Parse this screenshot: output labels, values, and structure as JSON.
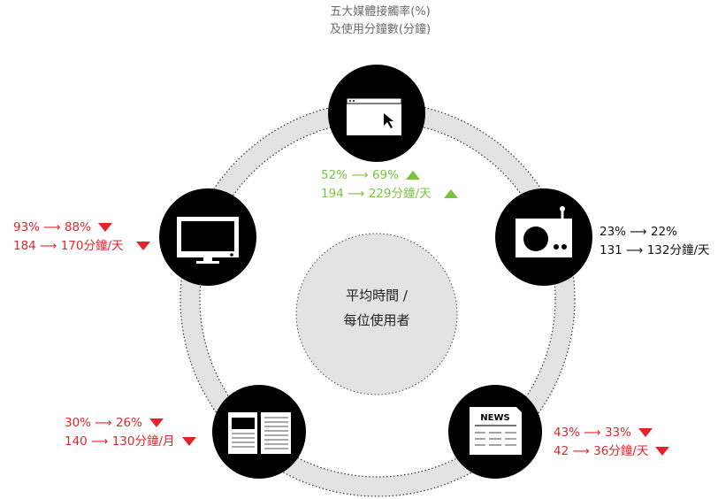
{
  "title": {
    "line1": "五大媒體接觸率(%)",
    "line2": "及使用分鐘數(分鐘)"
  },
  "center": {
    "line1": "平均時間 /",
    "line2": "每位使用者"
  },
  "colors": {
    "down": "#e0262b",
    "up": "#7dc142",
    "neutral": "#111111",
    "ring": "#e3e3e3"
  },
  "media": [
    {
      "name": "internet",
      "icon": "browser-window-icon",
      "reach": "52% ⟶ 69%",
      "minutes": "194 ⟶ 229分鐘/天",
      "trend": "up"
    },
    {
      "name": "radio",
      "icon": "radio-icon",
      "reach": "23% ⟶ 22%",
      "minutes": "131 ⟶ 132分鐘/天",
      "trend": "flat"
    },
    {
      "name": "newspaper",
      "icon": "newspaper-icon",
      "reach": "43% ⟶ 33%",
      "minutes": "42 ⟶ 36分鐘/天",
      "trend": "down",
      "icon_text": "NEWS"
    },
    {
      "name": "magazine",
      "icon": "book-icon",
      "reach": "30% ⟶ 26%",
      "minutes": "140 ⟶ 130分鐘/月",
      "trend": "down"
    },
    {
      "name": "tv",
      "icon": "tv-icon",
      "reach": "93% ⟶ 88%",
      "minutes": "184 ⟶ 170分鐘/天",
      "trend": "down"
    }
  ]
}
